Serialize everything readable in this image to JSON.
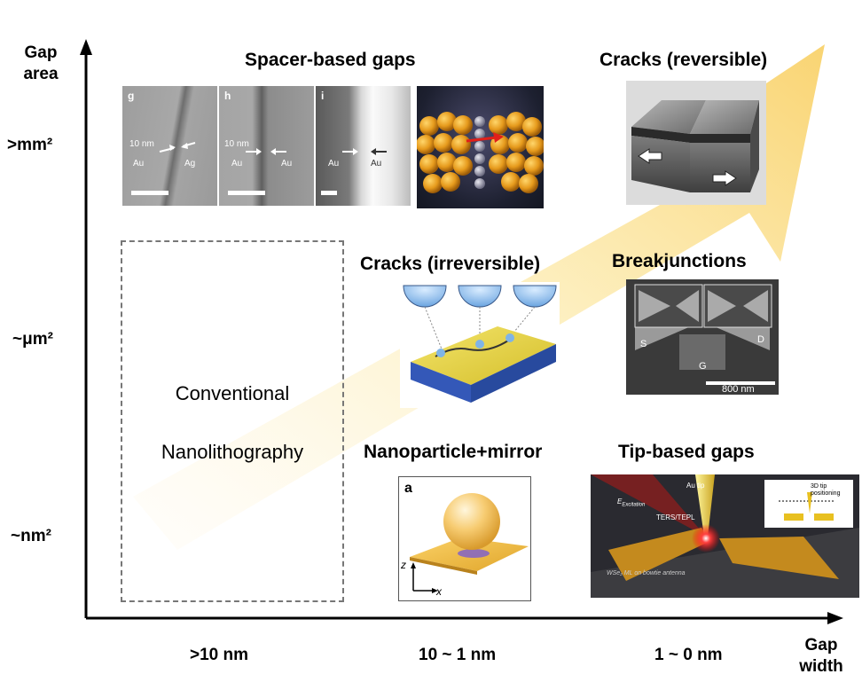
{
  "axes": {
    "y_label_line1": "Gap",
    "y_label_line2": "area",
    "x_label_line1": "Gap",
    "x_label_line2": "width",
    "y_ticks": [
      ">mm²",
      "~μm²",
      "~nm²"
    ],
    "x_ticks": [
      ">10 nm",
      "10 ~ 1 nm",
      "1 ~ 0 nm"
    ]
  },
  "categories": {
    "spacer": "Spacer-based gaps",
    "cracks_rev": "Cracks (reversible)",
    "cracks_irrev": "Cracks (irreversible)",
    "breakjunctions": "Breakjunctions",
    "nanoparticle": "Nanoparticle+mirror",
    "tip": "Tip-based gaps"
  },
  "conventional": {
    "line1": "Conventional",
    "line2": "Nanolithography"
  },
  "tem_panels": [
    {
      "letter": "g",
      "label_gap": "10 nm",
      "label_left": "Au",
      "label_right": "Ag"
    },
    {
      "letter": "h",
      "label_gap": "10 nm",
      "label_left": "Au",
      "label_right": "Au"
    },
    {
      "letter": "i",
      "label_left": "Au",
      "label_right": "Au"
    }
  ],
  "breakjunction_image": {
    "source": "S",
    "drain": "D",
    "gate": "G",
    "scale": "800 nm"
  },
  "nanoparticle_image": {
    "letter": "a",
    "z_axis": "z",
    "x_axis": "x"
  },
  "tip_image": {
    "tip": "Au tip",
    "mode": "TERS/TEPL",
    "positioning_line1": "3D tip",
    "positioning_line2": "positioning",
    "excitation": "E",
    "excitation_sub": "Excitation",
    "sample": "WSe₂ ML on bowtie antenna"
  },
  "colors": {
    "arrow_gradient_start": "#fdf6dc",
    "arrow_gradient_end": "#f8d878",
    "gold": "#e6a51f",
    "crack_yellow": "#e8d24a",
    "crack_blue": "#2b4fae"
  }
}
